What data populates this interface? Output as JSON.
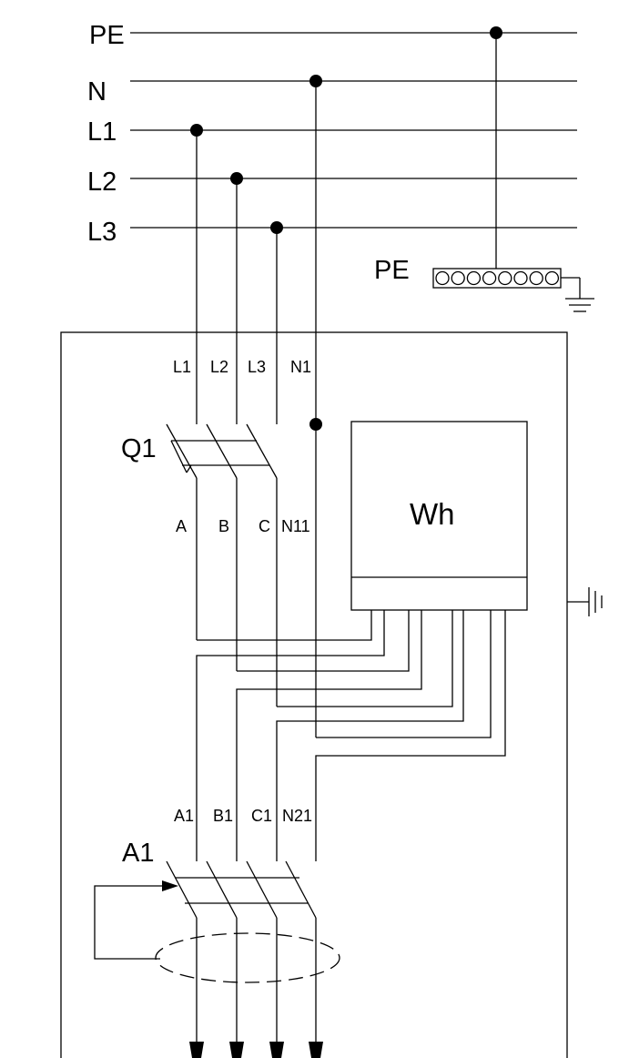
{
  "buses": {
    "pe": "PE",
    "n": "N",
    "l1": "L1",
    "l2": "L2",
    "l3": "L3"
  },
  "pe_terminal": {
    "label": "PE",
    "count": 8
  },
  "breaker_q1": {
    "name": "Q1",
    "inputs": [
      "L1",
      "L2",
      "L3",
      "N1"
    ],
    "outputs": [
      "A",
      "B",
      "C",
      "N11"
    ]
  },
  "meter": {
    "label": "Wh"
  },
  "rcd_a1": {
    "name": "A1",
    "inputs": [
      "A1",
      "B1",
      "C1",
      "N21"
    ]
  }
}
